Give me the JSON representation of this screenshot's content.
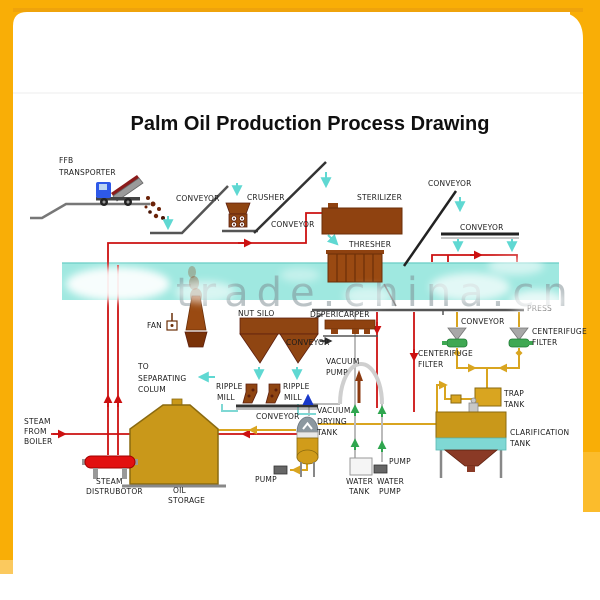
{
  "labels": {
    "title": "Palm Oil Production Process Drawing",
    "watermark": "trade.china.cn",
    "ffb": [
      "FFB",
      "TRANSPORTER"
    ],
    "conveyor": "CONVEYOR",
    "crusher": "CRUSHER",
    "sterilizer": "STERILIZER",
    "thresher": "THRESHER",
    "press": "PRESS",
    "depericarper": "DEPERICARPER",
    "nut_silo": "NUT SILO",
    "fan": "FAN",
    "to_separating": [
      "TO",
      "SEPARATING",
      "COLUM"
    ],
    "ripple_mill": [
      "RIPPLE",
      "MILL"
    ],
    "vacuum_pump": [
      "VACUUM",
      "PUMP"
    ],
    "vdt": [
      "VACUUM",
      "DRYING",
      "TANK"
    ],
    "centerifuge": [
      "CENTERIFUGE",
      "FILTER"
    ],
    "trap": [
      "TRAP",
      "TANK"
    ],
    "clarification": [
      "CLARIFICATION",
      "TANK"
    ],
    "boiler": [
      "STEAM",
      "FROM",
      "BOILER"
    ],
    "distributor": [
      "STEAM",
      "DISTRUBOTOR"
    ],
    "oil_storage": [
      "OIL",
      "STORAGE"
    ],
    "pump": "PUMP",
    "water_tank": [
      "WATER",
      "TANK"
    ],
    "water_pump": [
      "WATER",
      "PUMP"
    ]
  },
  "colors": {
    "frame_yellow": "#F9AE06",
    "frame_yellow_dark": "#EFA30B",
    "frame_yellow_light": "#FBBC2C",
    "card_white": "#FFFFFF",
    "watermark_band": "#8EE4DB",
    "watermark_text": "#7E8D93",
    "pipe_red": "#CC1111",
    "pipe_gold": "#D9A520",
    "pipe_gray": "#BBBBBB",
    "arrow_cyan": "#5FD8D2",
    "arrow_green": "#2FA64F",
    "arrow_blue": "#1938C9",
    "equipment_brown": "#8F4512",
    "equipment_brown_dark": "#5C1F0E",
    "tank_gold": "#C9981A",
    "centrifuge_green": "#3FA853",
    "distributor_red": "#E21010",
    "truck_blue": "#2E59E8",
    "conveyor_gray": "#555555",
    "label_color": "#1C1C1C"
  }
}
